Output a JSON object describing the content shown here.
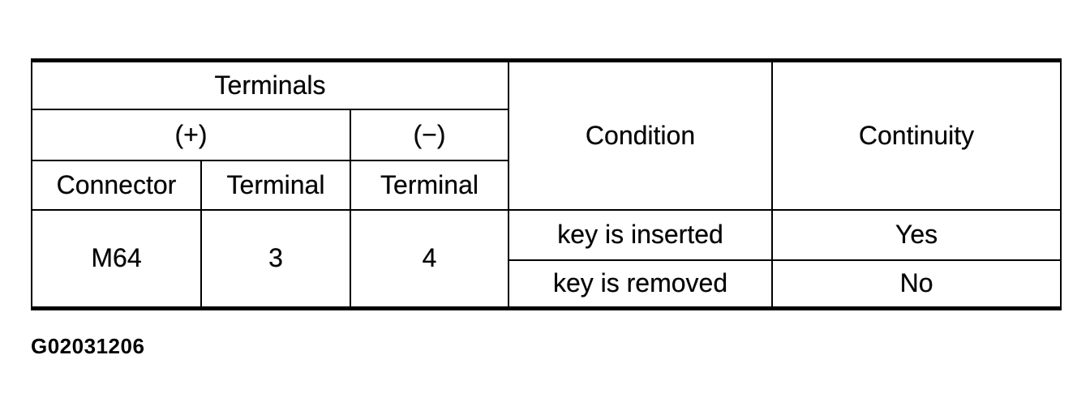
{
  "table": {
    "header": {
      "terminals_label": "Terminals",
      "plus_label": "(+)",
      "minus_label": "(−)",
      "connector_label": "Connector",
      "terminal_plus_label": "Terminal",
      "terminal_minus_label": "Terminal",
      "condition_label": "Condition",
      "continuity_label": "Continuity"
    },
    "rows": [
      {
        "connector": "M64",
        "terminal_plus": "3",
        "terminal_minus": "4",
        "conditions": [
          {
            "condition": "key is inserted",
            "continuity": "Yes"
          },
          {
            "condition": "key is removed",
            "continuity": "No"
          }
        ]
      }
    ]
  },
  "figure_id": "G02031206",
  "colors": {
    "line": "#000000",
    "text": "#050505",
    "background": "#ffffff"
  }
}
